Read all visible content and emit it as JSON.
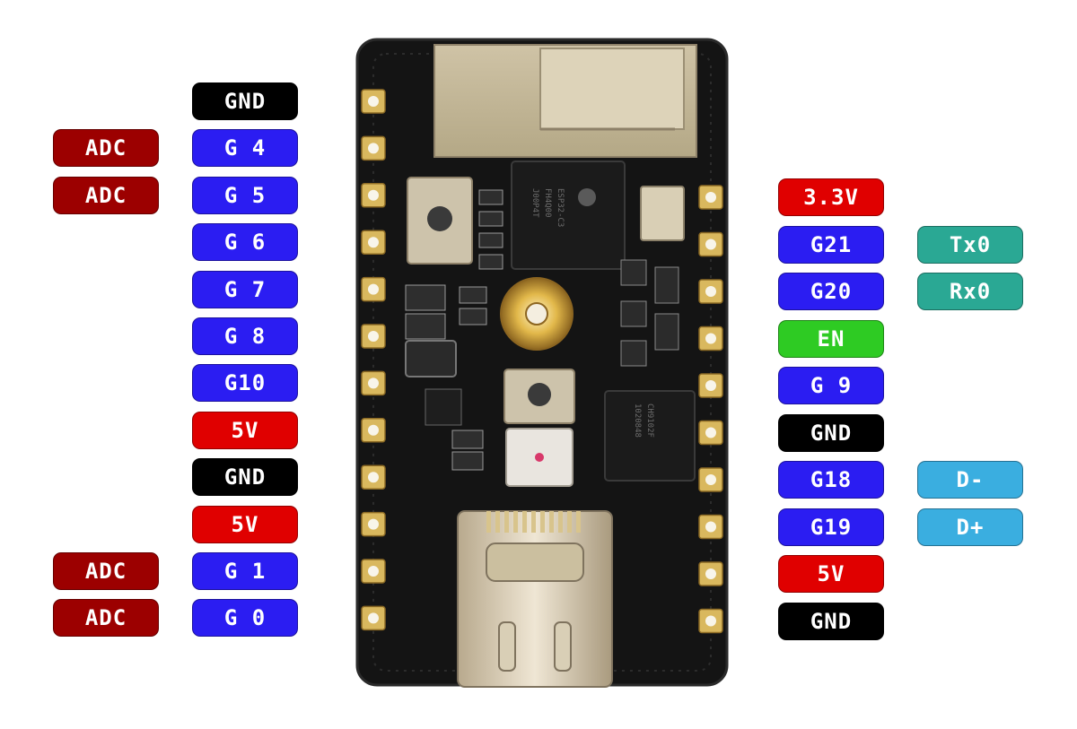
{
  "colors": {
    "gnd": "#000000",
    "gpio": "#2b1df2",
    "power_5v": "#e00000",
    "power_3v3": "#e00000",
    "adc": "#9c0000",
    "en": "#2ecb23",
    "uart": "#2aa894",
    "usb": "#3aaee0"
  },
  "board": {
    "chip_text_lines": [
      "ESP32-C3",
      "FH4Q00",
      "J00P4T"
    ],
    "usb_bridge_text": [
      "CH9102F",
      "1020848"
    ],
    "icons": [
      "wifi-antenna-module",
      "reset-button",
      "boot-button",
      "rgb-led",
      "usb-c-connector",
      "mounting-hole"
    ]
  },
  "left_pins": [
    {
      "label": "GND",
      "kind": "gnd"
    },
    {
      "label": "G 4",
      "kind": "gpio",
      "alt": "ADC"
    },
    {
      "label": "G 5",
      "kind": "gpio",
      "alt": "ADC"
    },
    {
      "label": "G 6",
      "kind": "gpio"
    },
    {
      "label": "G 7",
      "kind": "gpio"
    },
    {
      "label": "G 8",
      "kind": "gpio"
    },
    {
      "label": "G10",
      "kind": "gpio"
    },
    {
      "label": "5V",
      "kind": "power_5v"
    },
    {
      "label": "GND",
      "kind": "gnd"
    },
    {
      "label": "5V",
      "kind": "power_5v"
    },
    {
      "label": "G 1",
      "kind": "gpio",
      "alt": "ADC"
    },
    {
      "label": "G 0",
      "kind": "gpio",
      "alt": "ADC"
    }
  ],
  "right_pins": [
    {
      "label": "3.3V",
      "kind": "power_3v3"
    },
    {
      "label": "G21",
      "kind": "gpio",
      "alt": "Tx0",
      "alt_kind": "uart"
    },
    {
      "label": "G20",
      "kind": "gpio",
      "alt": "Rx0",
      "alt_kind": "uart"
    },
    {
      "label": "EN",
      "kind": "en"
    },
    {
      "label": "G 9",
      "kind": "gpio"
    },
    {
      "label": "GND",
      "kind": "gnd"
    },
    {
      "label": "G18",
      "kind": "gpio",
      "alt": "D-",
      "alt_kind": "usb"
    },
    {
      "label": "G19",
      "kind": "gpio",
      "alt": "D+",
      "alt_kind": "usb"
    },
    {
      "label": "5V",
      "kind": "power_5v"
    },
    {
      "label": "GND",
      "kind": "gnd"
    }
  ]
}
